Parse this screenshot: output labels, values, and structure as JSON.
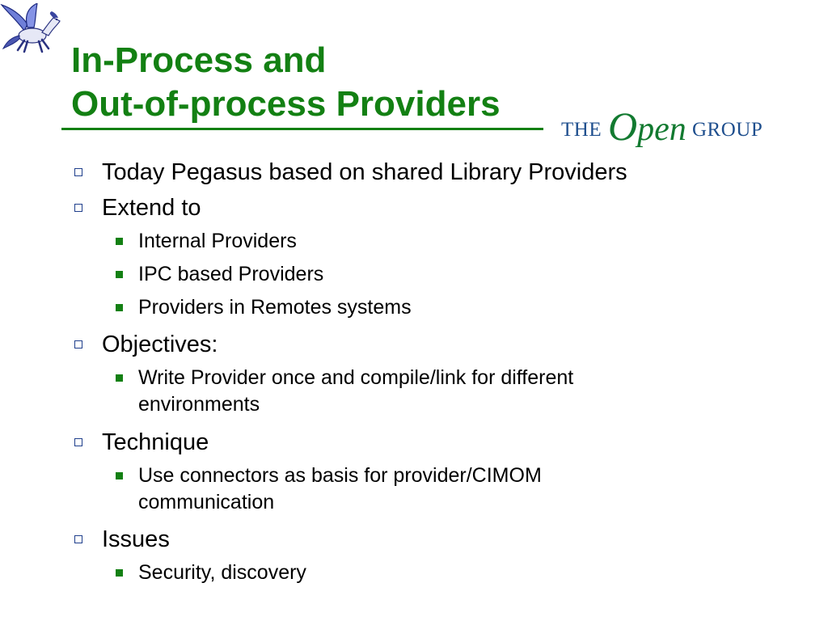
{
  "title": {
    "line1": "In-Process and",
    "line2": "Out-of-process Providers"
  },
  "logo": {
    "the": "THE",
    "open_initial": "O",
    "open_rest": "pen",
    "group": "GROUP",
    "pegasus_icon": "pegasus-icon"
  },
  "colors": {
    "title_green": "#138013",
    "bullet_blue": "#1f3f8c",
    "logo_blue": "#1f4f8e",
    "logo_green": "#127a30"
  },
  "bullets": [
    {
      "text": "Today Pegasus based on shared Library Providers"
    },
    {
      "text": "Extend to",
      "sub": [
        "Internal Providers",
        "IPC based Providers",
        "Providers in Remotes systems"
      ]
    },
    {
      "text": "Objectives:",
      "sub": [
        {
          "line1": "Write Provider once and compile/link for different",
          "line2": "environments"
        }
      ]
    },
    {
      "text": "Technique",
      "sub": [
        {
          "line1": "Use connectors as basis for provider/CIMOM",
          "line2": "communication"
        }
      ]
    },
    {
      "text": "Issues",
      "sub": [
        "Security, discovery"
      ]
    }
  ]
}
